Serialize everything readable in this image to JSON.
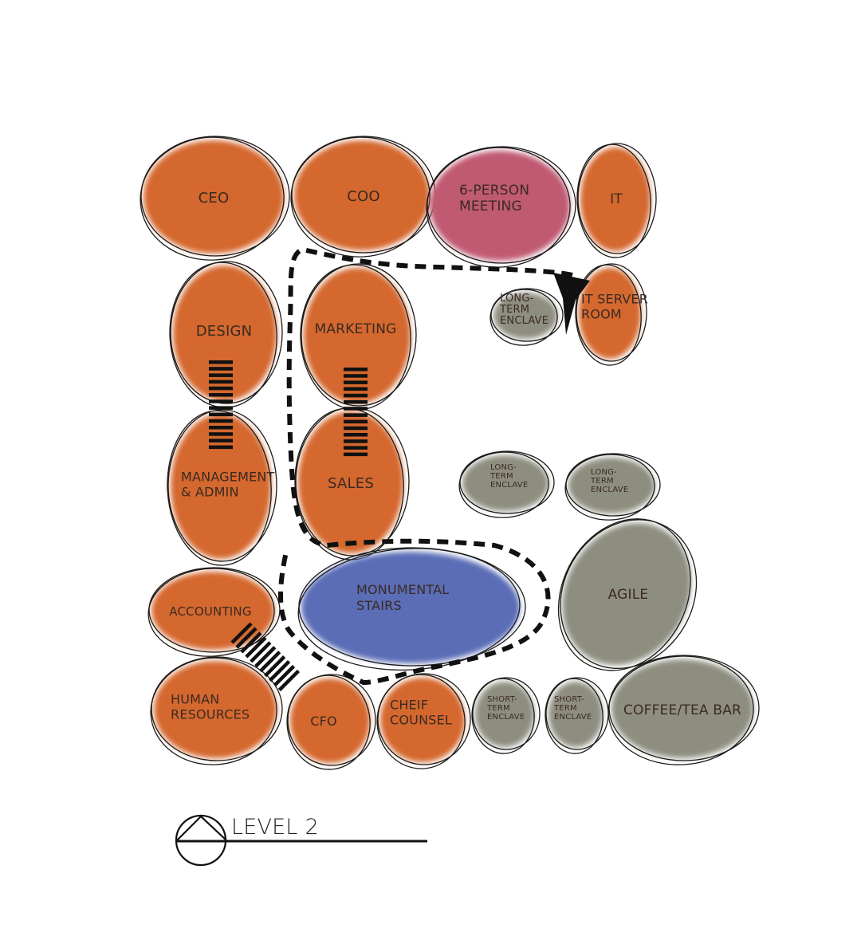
{
  "colors": {
    "office": "#d4672e",
    "meeting": "#c05a72",
    "enclave": "#8e8e80",
    "stairs": "#5a6db6",
    "outline": "#1a1a1a"
  },
  "rooms": [
    {
      "id": "ceo",
      "lines": [
        "CEO"
      ],
      "fill": "office"
    },
    {
      "id": "coo",
      "lines": [
        "COO"
      ],
      "fill": "office"
    },
    {
      "id": "meeting-6-person",
      "lines": [
        "6-PERSON",
        "MEETING"
      ],
      "fill": "meeting"
    },
    {
      "id": "it",
      "lines": [
        "IT"
      ],
      "fill": "office"
    },
    {
      "id": "design",
      "lines": [
        "DESIGN"
      ],
      "fill": "office"
    },
    {
      "id": "marketing",
      "lines": [
        "MARKETING"
      ],
      "fill": "office"
    },
    {
      "id": "long-term-enclave-1",
      "lines": [
        "LONG-",
        "TERM",
        "ENCLAVE"
      ],
      "fill": "enclave"
    },
    {
      "id": "it-server-room",
      "lines": [
        "IT SERVER",
        "ROOM"
      ],
      "fill": "office"
    },
    {
      "id": "management-admin",
      "lines": [
        "MANAGEMENT",
        "& ADMIN"
      ],
      "fill": "office"
    },
    {
      "id": "sales",
      "lines": [
        "SALES"
      ],
      "fill": "office"
    },
    {
      "id": "long-term-enclave-2",
      "lines": [
        "LONG-",
        "TERM",
        "ENCLAVE"
      ],
      "fill": "enclave"
    },
    {
      "id": "long-term-enclave-3",
      "lines": [
        "LONG-",
        "TERM",
        "ENCLAVE"
      ],
      "fill": "enclave"
    },
    {
      "id": "agile",
      "lines": [
        "AGILE"
      ],
      "fill": "enclave"
    },
    {
      "id": "accounting",
      "lines": [
        "ACCOUNTING"
      ],
      "fill": "office"
    },
    {
      "id": "monumental-stairs",
      "lines": [
        "MONUMENTAL",
        "STAIRS"
      ],
      "fill": "stairs"
    },
    {
      "id": "human-resources",
      "lines": [
        "HUMAN",
        "RESOURCES"
      ],
      "fill": "office"
    },
    {
      "id": "cfo",
      "lines": [
        "CFO"
      ],
      "fill": "office"
    },
    {
      "id": "cheif-counsel",
      "lines": [
        "CHEIF",
        "COUNSEL"
      ],
      "fill": "office"
    },
    {
      "id": "short-term-enclave-1",
      "lines": [
        "SHORT-",
        "TERM",
        "ENCLAVE"
      ],
      "fill": "enclave"
    },
    {
      "id": "short-term-enclave-2",
      "lines": [
        "SHORT-",
        "TERM",
        "ENCLAVE"
      ],
      "fill": "enclave"
    },
    {
      "id": "coffee-tea-bar",
      "lines": [
        "COFFEE/TEA BAR"
      ],
      "fill": "enclave"
    }
  ],
  "level": {
    "label": "LEVEL 2"
  }
}
